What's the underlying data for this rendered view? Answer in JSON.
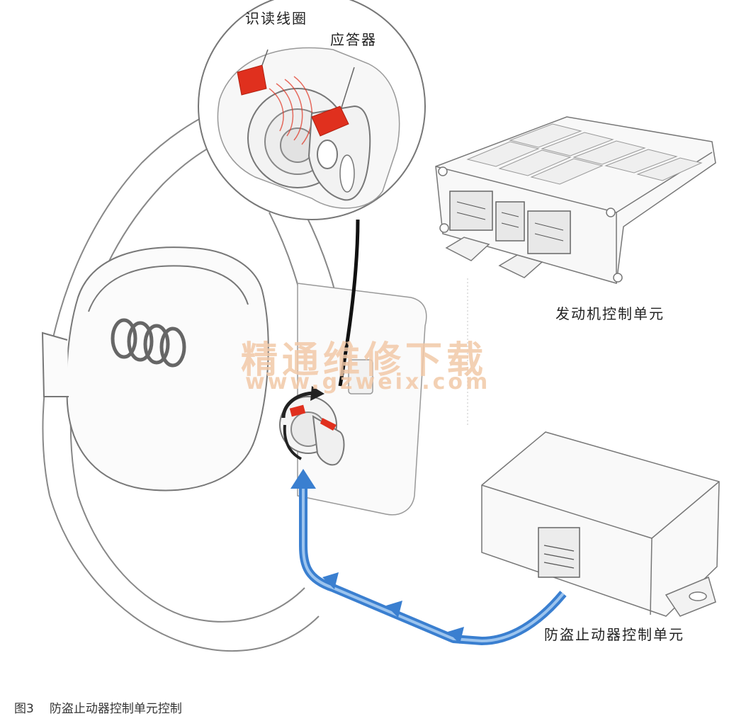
{
  "labels": {
    "reading_coil": "识读线圈",
    "transponder": "应答器",
    "engine_ecu": "发动机控制单元",
    "immobilizer_ecu": "防盗止动器控制单元"
  },
  "watermark": {
    "title": "精通维修下载",
    "url": "www.gzweix.com"
  },
  "caption": {
    "figure_no": "图3",
    "text": "防盗止动器控制单元控制"
  },
  "colors": {
    "signal_arrow": "#3a7fd0",
    "coil_red": "#e0301e",
    "watermark": "#f2c9a8"
  }
}
